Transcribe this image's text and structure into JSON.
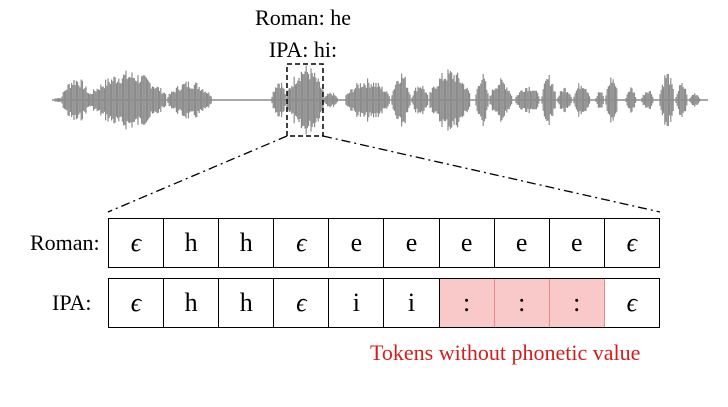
{
  "header": {
    "roman_label": "Roman: he",
    "ipa_label": "IPA: hi:"
  },
  "rows": [
    {
      "label": "Roman:",
      "tokens": [
        "ϵ",
        "h",
        "h",
        "ϵ",
        "e",
        "e",
        "e",
        "e",
        "e",
        "ϵ"
      ],
      "no_value_indices": []
    },
    {
      "label": "IPA:",
      "tokens": [
        "ϵ",
        "h",
        "h",
        "ϵ",
        "i",
        "i",
        ":",
        ":",
        ":",
        "ϵ"
      ],
      "no_value_indices": [
        6,
        7,
        8
      ]
    }
  ],
  "note": "Tokens without phonetic value",
  "colors": {
    "waveform": "#8c8c8c",
    "highlight_fill": "#f9c9c9",
    "note_text": "#d21e1e"
  }
}
